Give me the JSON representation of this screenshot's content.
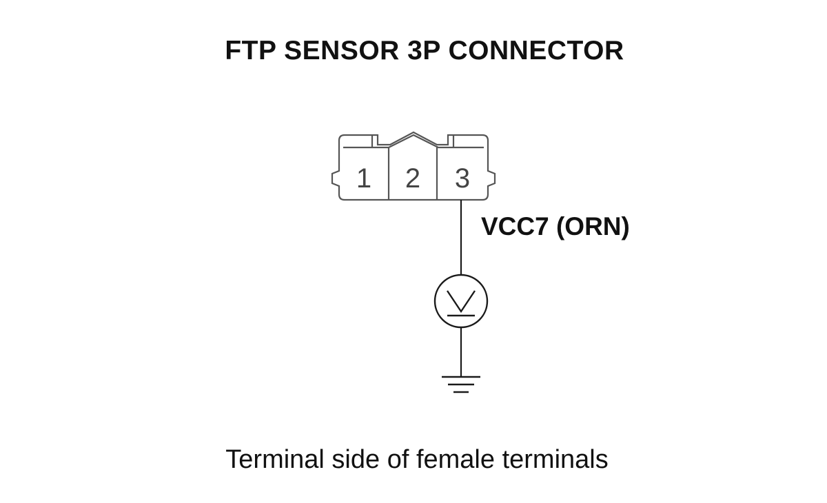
{
  "diagram": {
    "title": "FTP SENSOR 3P CONNECTOR",
    "caption": "Terminal side of female terminals",
    "connector": {
      "pins": [
        "1",
        "2",
        "3"
      ]
    },
    "wire": {
      "label": "VCC7 (ORN)",
      "pin": "3"
    },
    "meter": {
      "symbol": "voltmeter",
      "icon": "voltmeter-icon"
    },
    "ground": {
      "icon": "ground-icon"
    },
    "colors": {
      "line": "#1a1a1a",
      "connector_outline": "#555555"
    }
  }
}
